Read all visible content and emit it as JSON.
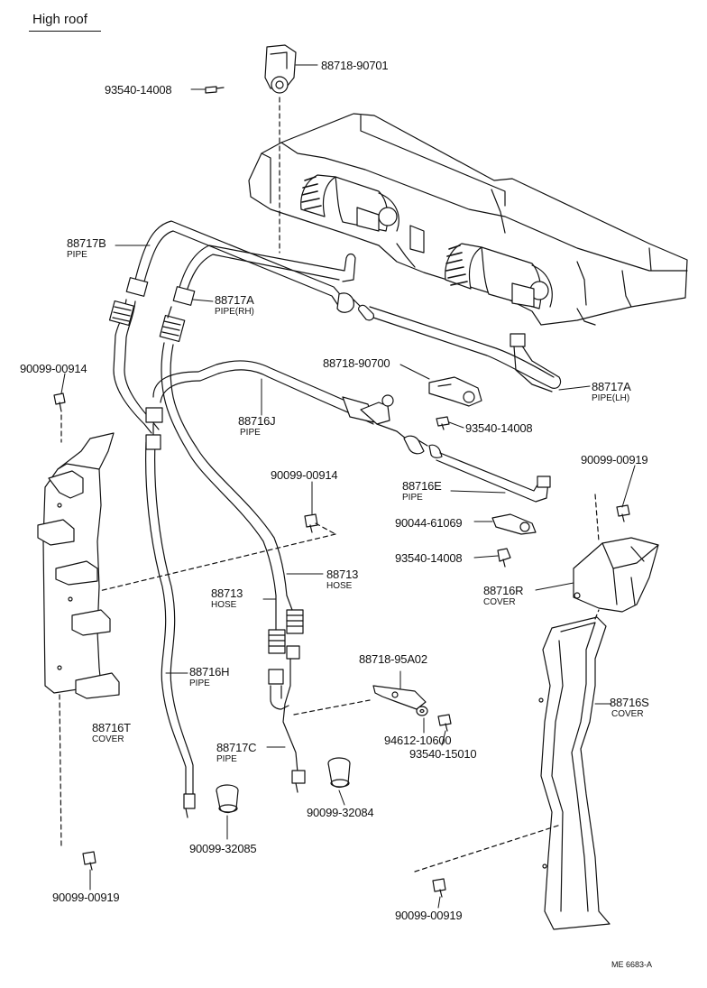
{
  "title": "High roof",
  "footer_code": "ME 6683-A",
  "parts": [
    {
      "id": "88718-90701",
      "desc": ""
    },
    {
      "id": "93540-14008",
      "desc": ""
    },
    {
      "id": "88717B",
      "desc": "PIPE"
    },
    {
      "id": "88717A",
      "desc": "PIPE(RH)"
    },
    {
      "id": "88718-90700",
      "desc": ""
    },
    {
      "id": "88717A",
      "desc": "PIPE(LH)"
    },
    {
      "id": "90099-00914",
      "desc": ""
    },
    {
      "id": "88716J",
      "desc": "PIPE"
    },
    {
      "id": "93540-14008",
      "desc": ""
    },
    {
      "id": "90099-00919",
      "desc": ""
    },
    {
      "id": "90099-00914",
      "desc": ""
    },
    {
      "id": "88716E",
      "desc": "PIPE"
    },
    {
      "id": "90044-61069",
      "desc": ""
    },
    {
      "id": "93540-14008",
      "desc": ""
    },
    {
      "id": "88713",
      "desc": "HOSE"
    },
    {
      "id": "88713",
      "desc": "HOSE"
    },
    {
      "id": "88716R",
      "desc": "COVER"
    },
    {
      "id": "88718-95A02",
      "desc": ""
    },
    {
      "id": "88716H",
      "desc": "PIPE"
    },
    {
      "id": "88716S",
      "desc": "COVER"
    },
    {
      "id": "94612-10600",
      "desc": ""
    },
    {
      "id": "93540-15010",
      "desc": ""
    },
    {
      "id": "88716T",
      "desc": "COVER"
    },
    {
      "id": "88717C",
      "desc": "PIPE"
    },
    {
      "id": "90099-32084",
      "desc": ""
    },
    {
      "id": "90099-32085",
      "desc": ""
    },
    {
      "id": "90099-00919",
      "desc": ""
    },
    {
      "id": "90099-00919",
      "desc": ""
    }
  ]
}
